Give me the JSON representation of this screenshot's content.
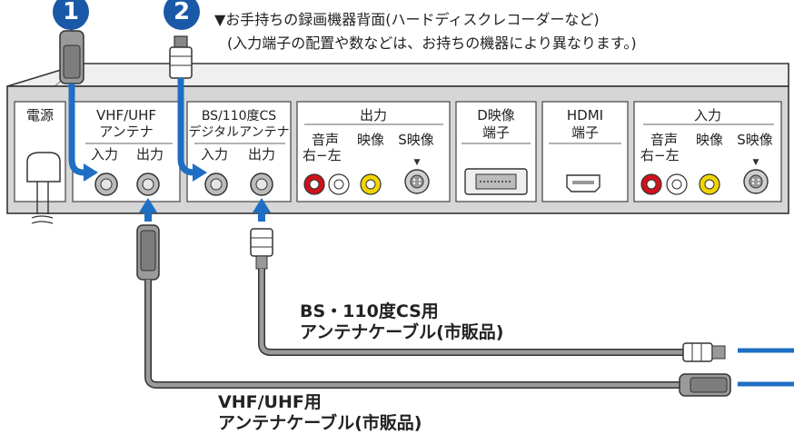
{
  "header": {
    "line1": "▼お手持ちの録画機器背面(ハードディスクレコーダーなど)",
    "line2": "(入力端子の配置や数などは、お持ちの機器により異なります。)"
  },
  "badges": {
    "one": "1",
    "two": "2"
  },
  "panel": {
    "power": "電源",
    "vhf_title_1": "VHF/UHF",
    "vhf_title_2": "アンテナ",
    "vhf_in": "入力",
    "vhf_out": "出力",
    "bs_title_1": "BS/110度CS",
    "bs_title_2": "デジタルアンテナ",
    "bs_in": "入力",
    "bs_out": "出力",
    "output_title": "出力",
    "output_audio": "音声",
    "output_rl": "右−左",
    "output_video": "映像",
    "output_svideo": "S映像",
    "d_title_1": "D映像",
    "d_title_2": "端子",
    "hdmi_title_1": "HDMI",
    "hdmi_title_2": "端子",
    "input_title": "入力",
    "input_audio": "音声",
    "input_rl": "右−左",
    "input_video": "映像",
    "input_svideo": "S映像"
  },
  "cables": {
    "bs_label_1": "BS・110度CS用",
    "bs_label_2": "アンテナケーブル(市販品)",
    "vhf_label_1": "VHF/UHF用",
    "vhf_label_2": "アンテナケーブル(市販品)"
  },
  "colors": {
    "badge_blue": "#1a58a8",
    "arrow_blue": "#1e6fc4",
    "panel_fill": "#d9d9d9",
    "jack_red": "#d0121b",
    "jack_yellow": "#f2d500",
    "cable_grey": "#9a9a9a"
  }
}
